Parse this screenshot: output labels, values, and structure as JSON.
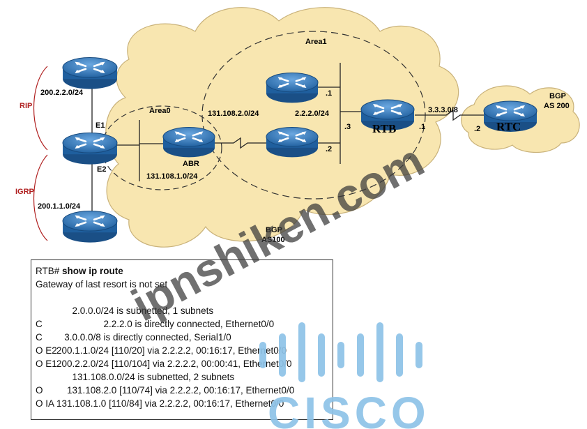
{
  "network": {
    "areas": {
      "area1": "Area1",
      "area0": "Area0"
    },
    "protocols": {
      "rip": "RIP",
      "igrp": "IGRP",
      "bgp_as100": "BGP\nAS100",
      "bgp_as200": "BGP\nAS 200"
    },
    "bgp_as100_lines": [
      "BGP",
      "AS100"
    ],
    "bgp_as200_lines": [
      "BGP",
      "AS 200"
    ],
    "routers": {
      "abr": "ABR",
      "rtb": "RTB",
      "rtc": "RTC"
    },
    "interfaces": {
      "e1": "E1",
      "e2": "E2",
      "dot1_top": ".1",
      "dot2_lower": ".2",
      "dot3": ".3",
      "rtb_dot1": ".1",
      "rtc_dot2": ".2"
    },
    "subnets": {
      "net_200_2": "200.2.2.0/24",
      "net_200_1": "200.1.1.0/24",
      "net_131_2": "131.108.2.0/24",
      "net_131_1": "131.108.1.0/24",
      "net_2_2": "2.2.2.0/24",
      "net_3_3": "3.3.3.0/8"
    }
  },
  "route_table": {
    "prompt": "RTB#",
    "command": "show ip route",
    "gateway": "Gateway of last resort is not set",
    "rows": [
      {
        "code": "",
        "text": "      2.0.0.0/24 is subnetted, 1 subnets"
      },
      {
        "code": "C",
        "text": "                  2.2.2.0 is directly connected, Ethernet0/0"
      },
      {
        "code": "C",
        "text": "   3.0.0.0/8 is directly connected, Serial1/0"
      },
      {
        "code": "O E2",
        "text": "200.1.1.0/24 [110/20] via 2.2.2.2, 00:16:17, Ethernet0/0"
      },
      {
        "code": "O E1",
        "text": "200.2.2.0/24 [110/104] via 2.2.2.2, 00:00:41, Ethernet0/0"
      },
      {
        "code": "",
        "text": "      131.108.0.0/24 is subnetted, 2 subnets"
      },
      {
        "code": "O",
        "text": "    131.108.2.0 [110/74] via 2.2.2.2, 00:16:17, Ethernet0/0"
      },
      {
        "code": "O IA",
        "text": "131.108.1.0 [110/84] via 2.2.2.2, 00:16:17, Ethernet0/0"
      }
    ]
  },
  "watermark": {
    "site": "ipnshiken.com",
    "brand": "CISCO"
  },
  "colors": {
    "cloud_fill": "#f8e6b0",
    "router_blue": "#3a7fc4",
    "cisco_blue": "#8ec3e8"
  }
}
